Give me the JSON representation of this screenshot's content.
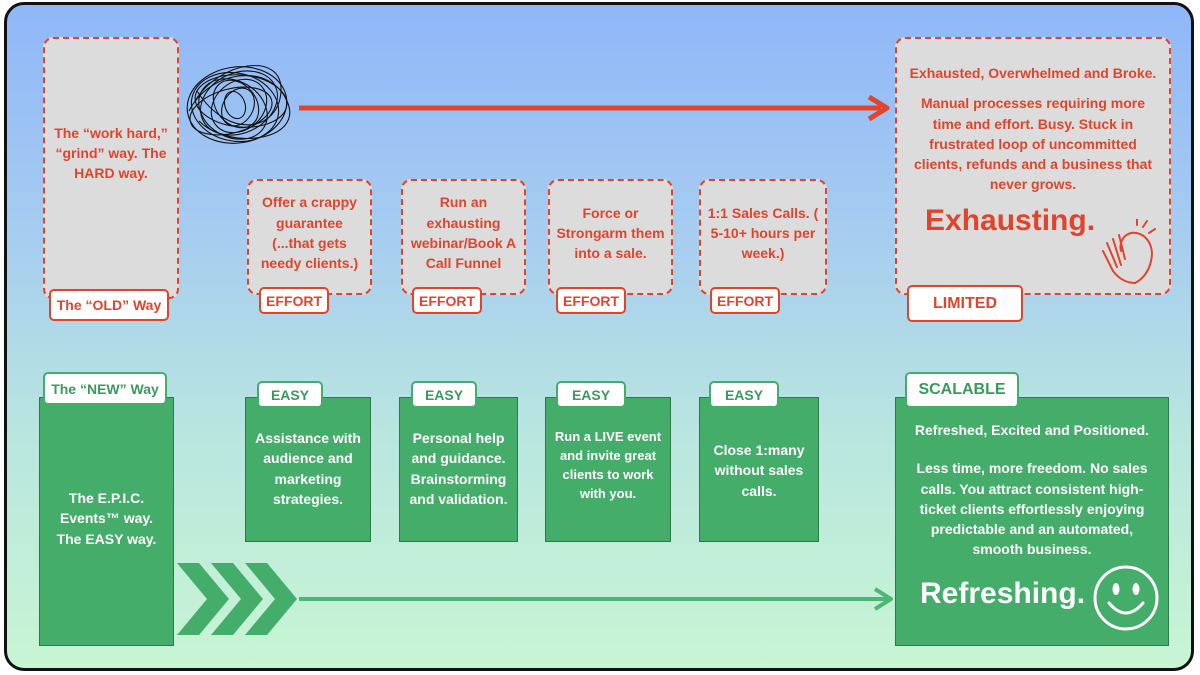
{
  "old_way": {
    "box_text": "The “work hard,” “grind” way. The HARD way.",
    "tag": "The “OLD” Way"
  },
  "old_steps": [
    {
      "text": "Offer a crappy guarantee (...that gets needy clients.)",
      "tag": "EFFORT"
    },
    {
      "text": "Run an exhausting webinar/Book A Call Funnel",
      "tag": "EFFORT"
    },
    {
      "text": "Force or Strongarm them into a sale.",
      "tag": "EFFORT"
    },
    {
      "text": "1:1 Sales Calls. ( 5-10+ hours per week.)",
      "tag": "EFFORT"
    }
  ],
  "old_result": {
    "line1": "Exhausted, Overwhelmed and Broke.",
    "line2": "Manual processes requiring more time and effort. Busy. Stuck in frustrated loop of uncommitted clients, refunds and a business that never grows.",
    "big": "Exhausting.",
    "tag": "LIMITED",
    "icon": "hand-face-icon"
  },
  "new_way": {
    "tag": "The “NEW” Way",
    "box_text": "The E.P.I.C. Events™  way. The EASY way."
  },
  "new_steps": [
    {
      "tag": "EASY",
      "text": "Assistance with audience and marketing strategies."
    },
    {
      "tag": "EASY",
      "text": "Personal help and guidance. Brainstorming and validation."
    },
    {
      "tag": "EASY",
      "text": "Run a LIVE event and invite great clients to work with you."
    },
    {
      "tag": "EASY",
      "text": "Close 1:many without sales calls."
    }
  ],
  "new_result": {
    "tag": "SCALABLE",
    "line1": "Refreshed, Excited and Positioned.",
    "line2": "Less time, more freedom. No sales calls. You attract consistent high-ticket clients effortlessly enjoying predictable and an automated, smooth business.",
    "big": "Refreshing.",
    "icon": "smiley-face-icon"
  },
  "colors": {
    "old_red": "#e0452c",
    "new_green": "#44ad69",
    "arrow_red": "#e0452c",
    "arrow_green": "#4cb874"
  }
}
